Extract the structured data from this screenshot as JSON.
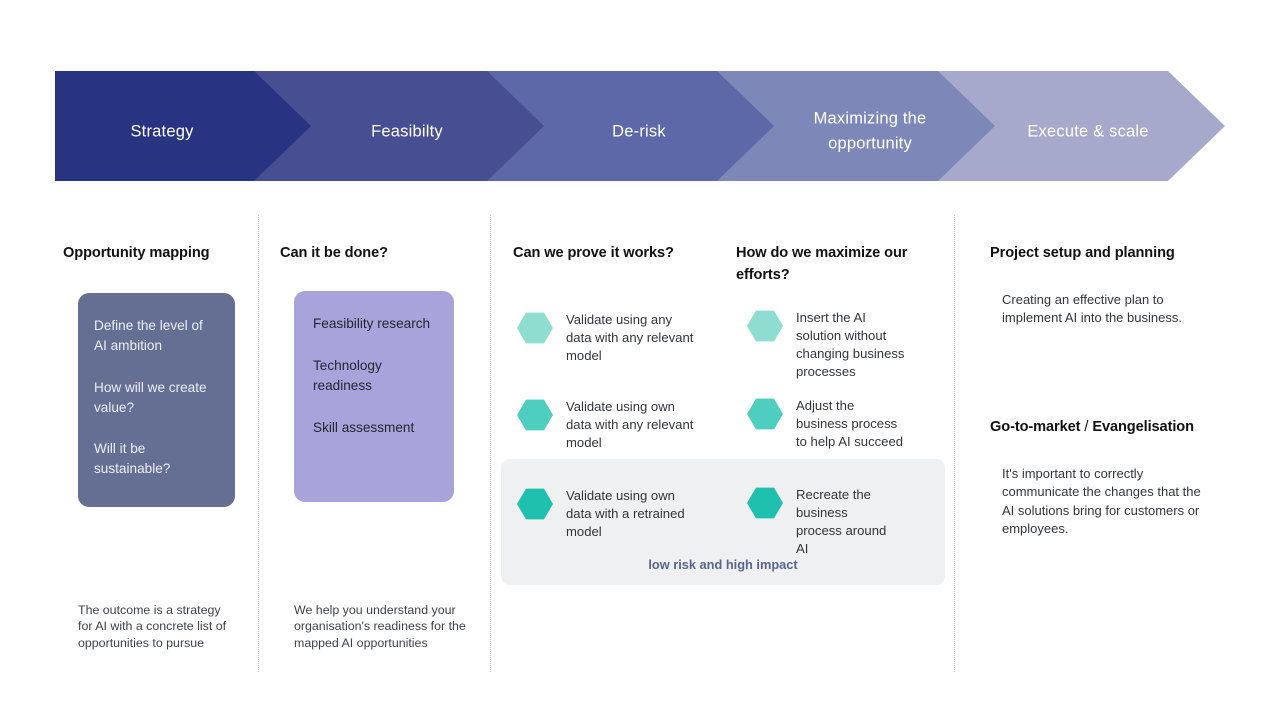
{
  "banner": {
    "steps": [
      {
        "label": "Strategy",
        "color": "#283382"
      },
      {
        "label": "Feasibilty",
        "color": "#474F92"
      },
      {
        "label": "De-risk",
        "color": "#5C68A7"
      },
      {
        "label": "Maximizing the\nopportunity",
        "color": "#7E88B8"
      },
      {
        "label": "Execute & scale",
        "color": "#A6A9CC"
      }
    ]
  },
  "columns": {
    "strategy": {
      "heading": "Opportunity mapping",
      "card_color": "#656F93",
      "card_lines": [
        "Define the level of AI ambition",
        "How will we create value?",
        "Will it be sustainable?"
      ],
      "footnote": "The outcome is a strategy for AI with a concrete list of opportunities to pursue"
    },
    "feasibility": {
      "heading": "Can it be done?",
      "card_color": "#A9A3DC",
      "card_lines": [
        "Feasibility research",
        "Technology readiness",
        "Skill assessment"
      ],
      "footnote": "We help you understand your organisation's readiness for the mapped AI opportunities"
    },
    "derisk": {
      "heading": "Can we prove it works?",
      "items": [
        {
          "text": "Validate using any data with any relevant model",
          "color": "#8EDDD0"
        },
        {
          "text": "Validate using own data with any relevant model",
          "color": "#4DCEBF"
        },
        {
          "text": "Validate using own data with a retrained model",
          "color": "#20C0AE"
        }
      ]
    },
    "maximize": {
      "heading": "How do we maximize our efforts?",
      "items": [
        {
          "text": "Insert the AI solution without changing business processes",
          "color": "#8EDDD0"
        },
        {
          "text": "Adjust the business process to help AI succeed",
          "color": "#4DCEBF"
        },
        {
          "text": "Recreate the business process around AI",
          "color": "#20C0AE"
        }
      ]
    },
    "execute": {
      "heading_1": "Project setup and planning",
      "body_1": "Creating an effective plan to implement AI into the business.",
      "heading_2_part1": "Go-to-market",
      "heading_2_slash": " / ",
      "heading_2_part2": "Evangelisation",
      "body_2": "It's important to correctly communicate the changes that the AI  solutions bring for customers or employees."
    }
  },
  "highlight": {
    "caption": "low risk and high impact",
    "background": "#eef0f2",
    "caption_color": "#5b6491"
  }
}
